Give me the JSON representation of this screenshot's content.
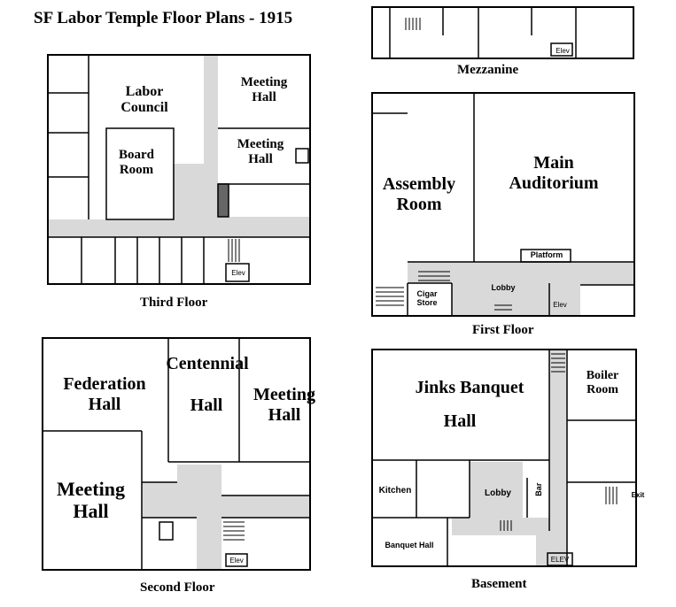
{
  "title": "SF Labor Temple Floor Plans - 1915",
  "plans": {
    "third_floor": {
      "caption": "Third Floor",
      "rooms": {
        "labor_council": "Labor Council",
        "meeting_hall_1": "Meeting Hall",
        "meeting_hall_2": "Meeting Hall",
        "board_room": "Board Room",
        "elev": "Elev"
      }
    },
    "mezzanine": {
      "caption": "Mezzanine",
      "rooms": {
        "elev": "Elev"
      }
    },
    "first_floor": {
      "caption": "First Floor",
      "rooms": {
        "assembly_room": "Assembly Room",
        "main_auditorium": "Main Auditorium",
        "platform": "Platform",
        "lobby": "Lobby",
        "cigar_store": "Cigar Store",
        "elev": "Elev"
      }
    },
    "second_floor": {
      "caption": "Second Floor",
      "rooms": {
        "centennial_hall": "Centennial",
        "hall": "Hall",
        "federation_hall": "Federation Hall",
        "meeting_hall_right": "Meeting Hall",
        "meeting_hall_left": "Meeting Hall",
        "elev": "Elev"
      }
    },
    "basement": {
      "caption": "Basement",
      "rooms": {
        "jinks_banquet_hall_1": "Jinks Banquet",
        "jinks_banquet_hall_2": "Hall",
        "boiler_room": "Boiler Room",
        "kitchen": "Kitchen",
        "lobby": "Lobby",
        "bar": "Bar",
        "exit": "Exit",
        "banquet_hall": "Banquet Hall",
        "elev": "ELEV"
      }
    }
  }
}
